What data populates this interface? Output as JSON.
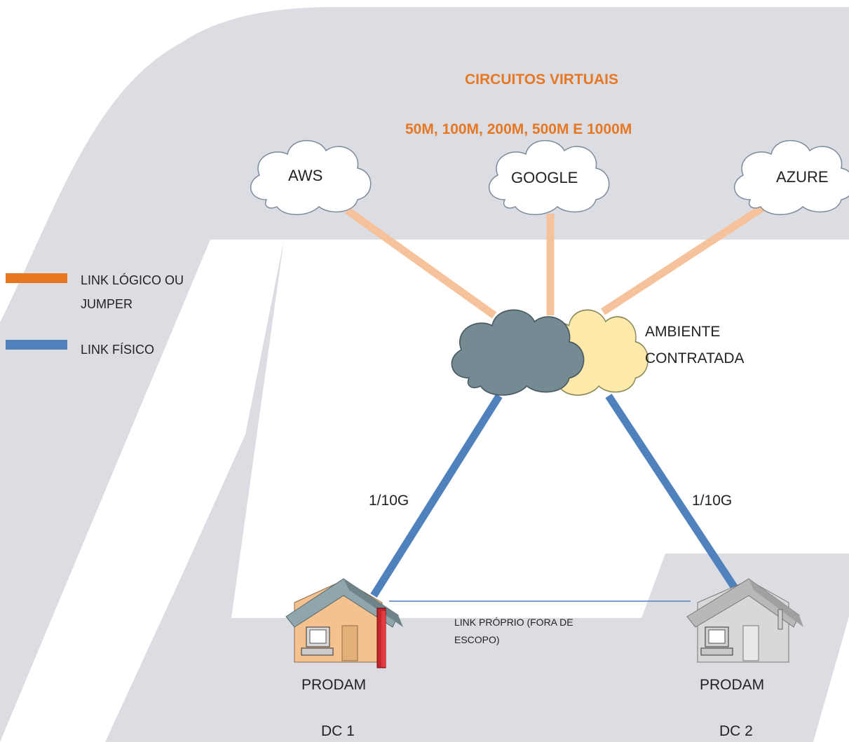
{
  "title": "CIRCUITOS VIRTUAIS",
  "subtitle": "50M, 100M, 200M, 500M E 1000M",
  "clouds": {
    "aws": "AWS",
    "google": "GOOGLE",
    "azure": "AZURE"
  },
  "environment": {
    "line1": "AMBIENTE",
    "line2": "CONTRATADA"
  },
  "legend": {
    "logical_line1": "LINK LÓGICO OU",
    "logical_line2": "JUMPER",
    "physical": "LINK FÍSICO"
  },
  "links": {
    "left_speed": "1/10G",
    "right_speed": "1/10G",
    "own_link_line1": "LINK PRÓPRIO (FORA DE",
    "own_link_line2": "ESCOPO)"
  },
  "sites": {
    "dc1_name": "PRODAM",
    "dc1_id": "DC 1",
    "dc2_name": "PRODAM",
    "dc2_id": "DC 2"
  },
  "colors": {
    "logical_link": "#e87722",
    "logical_link_light": "#f5c29c",
    "physical_link": "#4f81bd",
    "background_shape": "#dcdde3",
    "dark_cloud": "#758b94",
    "light_cloud": "#fde9a9"
  }
}
